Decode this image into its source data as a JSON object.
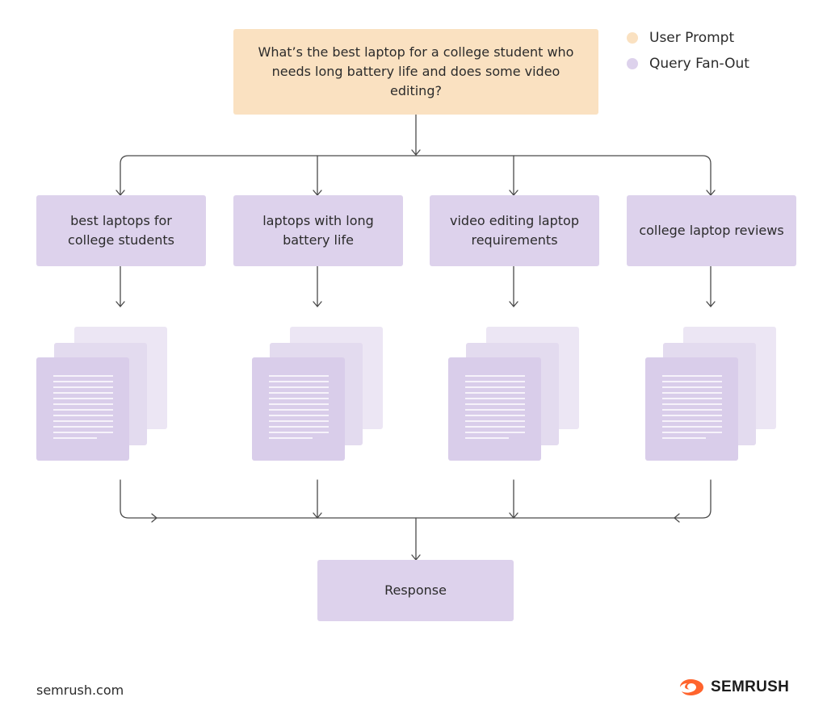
{
  "diagram": {
    "user_prompt": "What’s the best laptop for a college student who needs long battery life and does some video editing?",
    "queries": [
      "best laptops for college students",
      "laptops with long battery life",
      "video editing laptop requirements",
      "college laptop reviews"
    ],
    "response": "Response"
  },
  "legend": {
    "items": [
      {
        "label": "User Prompt",
        "color": "#fae1c1"
      },
      {
        "label": "Query Fan-Out",
        "color": "#ddd2ec"
      }
    ]
  },
  "footer": {
    "source": "semrush.com",
    "brand": "SEMRUSH",
    "brand_icon": "semrush-flame-icon",
    "brand_color": "#ff642d"
  },
  "colors": {
    "prompt": "#fae1c1",
    "query": "#ddd2ec",
    "doc_back": "#ece6f4",
    "doc_mid": "#e3dbef",
    "doc_front": "#d9cdea",
    "line": "#4a4a4a"
  }
}
